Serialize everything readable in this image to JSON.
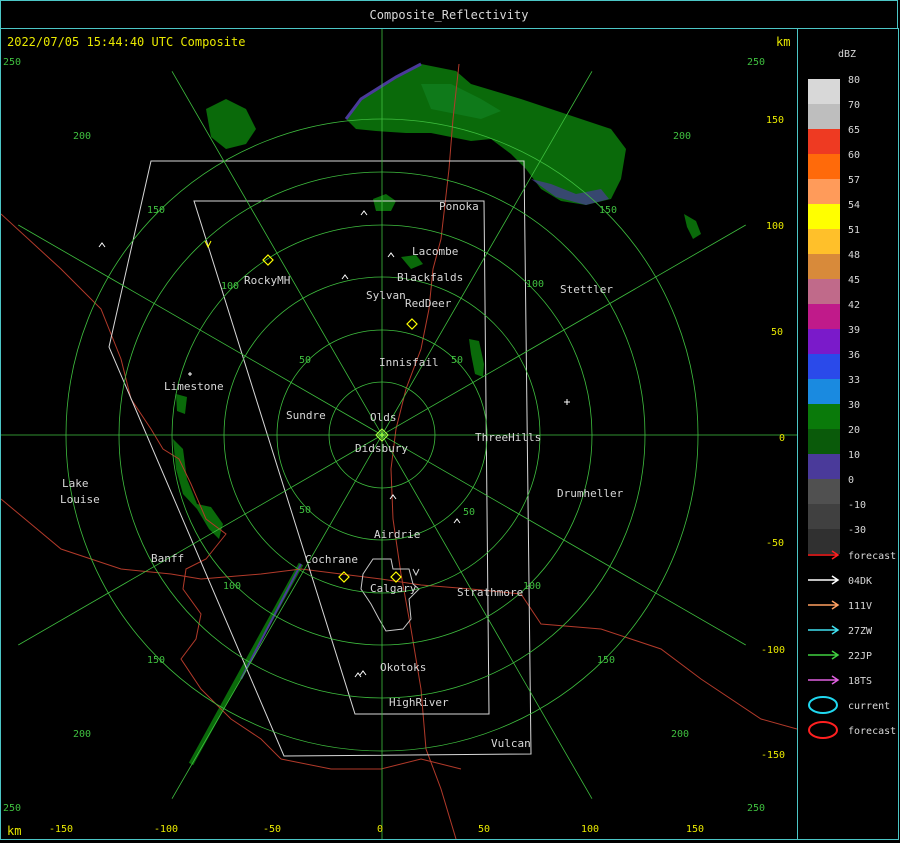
{
  "window": {
    "title": "Composite_Reflectivity"
  },
  "header": {
    "timestamp": "2022/07/05 15:44:40 UTC Composite",
    "unit_right": "km",
    "unit_bottom": "km"
  },
  "colors": {
    "frame": "#4cc6c6",
    "range_ring": "#3fbf3f",
    "axis_tick": "#e8e800",
    "city_label": "#d8d8d8",
    "border": "#b23a2a",
    "echo_dark": "#0a6a0a",
    "echo_mid": "#0f7a1a",
    "echo_edge": "#4a3a9a"
  },
  "axes": {
    "x_ticks": [
      "-150",
      "-100",
      "-50",
      "0",
      "50",
      "100",
      "150"
    ],
    "y_ticks": [
      "150",
      "100",
      "50",
      "0",
      "-50",
      "-100",
      "-150"
    ],
    "corner_labels": [
      "250",
      "250",
      "250",
      "250"
    ],
    "ring_labels": [
      "50",
      "100",
      "150",
      "200",
      "50",
      "100",
      "150",
      "200",
      "50",
      "100",
      "150",
      "200",
      "50",
      "100",
      "150",
      "200"
    ]
  },
  "cities": [
    "Ponoka",
    "Lacombe",
    "Blackfalds",
    "RockyMH",
    "Sylvan",
    "RedDeer",
    "Stettler",
    "Innisfail",
    "Limestone",
    "Sundre",
    "Olds",
    "ThreeHills",
    "Didsbury",
    "Lake",
    "Louise",
    "Drumheller",
    "Airdrie",
    "Banff",
    "Cochrane",
    "Calgary",
    "Strathmore",
    "Okotoks",
    "HighRiver",
    "Vulcan"
  ],
  "legend": {
    "unit": "dBZ",
    "bins": [
      {
        "label": "80",
        "color": "#d8d8d8"
      },
      {
        "label": "70",
        "color": "#bebebe"
      },
      {
        "label": "65",
        "color": "#ee3a22"
      },
      {
        "label": "60",
        "color": "#ff6a0a"
      },
      {
        "label": "57",
        "color": "#ff9b5a"
      },
      {
        "label": "54",
        "color": "#ffff00"
      },
      {
        "label": "51",
        "color": "#ffc02a"
      },
      {
        "label": "48",
        "color": "#d88a3a"
      },
      {
        "label": "45",
        "color": "#c06a8a"
      },
      {
        "label": "42",
        "color": "#c01a8a"
      },
      {
        "label": "39",
        "color": "#7a1aca"
      },
      {
        "label": "36",
        "color": "#2a4aea"
      },
      {
        "label": "33",
        "color": "#1a8ae0"
      },
      {
        "label": "30",
        "color": "#0a7a0a"
      },
      {
        "label": "20",
        "color": "#0a5a0a"
      },
      {
        "label": "10",
        "color": "#4a3a9a"
      },
      {
        "label": "0",
        "color": "#505050"
      },
      {
        "label": "-10",
        "color": "#404040"
      },
      {
        "label": "-30",
        "color": "#303030"
      }
    ],
    "tracks": [
      {
        "label": "forecast",
        "color": "#ff2020",
        "kind": "arrow"
      },
      {
        "label": "04DK",
        "color": "#ffffff",
        "kind": "arrow"
      },
      {
        "label": "111V",
        "color": "#ffa060",
        "kind": "arrow"
      },
      {
        "label": "27ZW",
        "color": "#40e0f0",
        "kind": "arrow"
      },
      {
        "label": "22JP",
        "color": "#40d040",
        "kind": "arrow"
      },
      {
        "label": "18TS",
        "color": "#e060e0",
        "kind": "arrow"
      },
      {
        "label": "current",
        "color": "#20d8f0",
        "kind": "ellipse"
      },
      {
        "label": "forecast",
        "color": "#ff2020",
        "kind": "ellipse"
      }
    ]
  }
}
